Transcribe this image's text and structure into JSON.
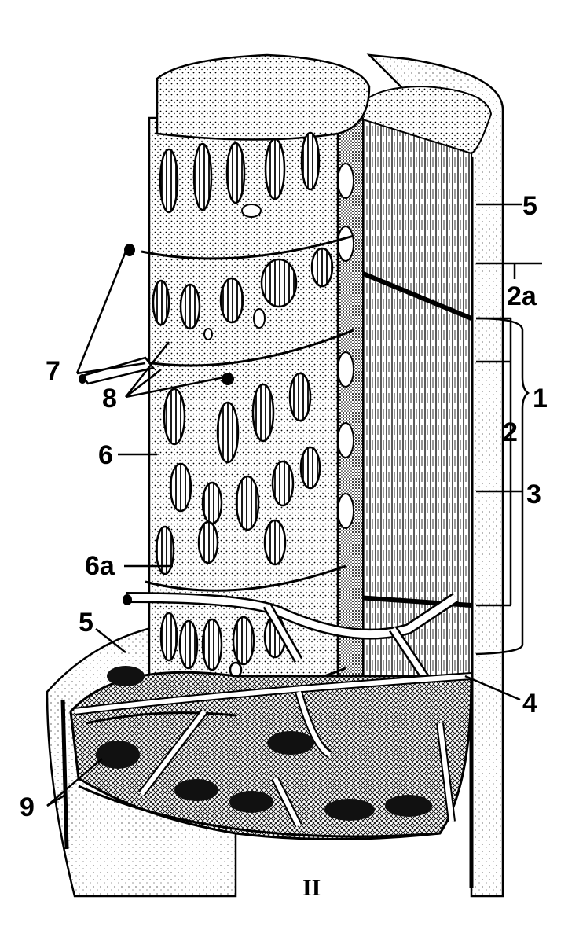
{
  "figure": {
    "numeral": "II",
    "labels": {
      "l1": "1",
      "l2": "2",
      "l2a": "2a",
      "l3": "3",
      "l4": "4",
      "l5_top": "5",
      "l5_bottom": "5",
      "l6": "6",
      "l6a": "6a",
      "l7": "7",
      "l8": "8",
      "l9": "9"
    }
  }
}
